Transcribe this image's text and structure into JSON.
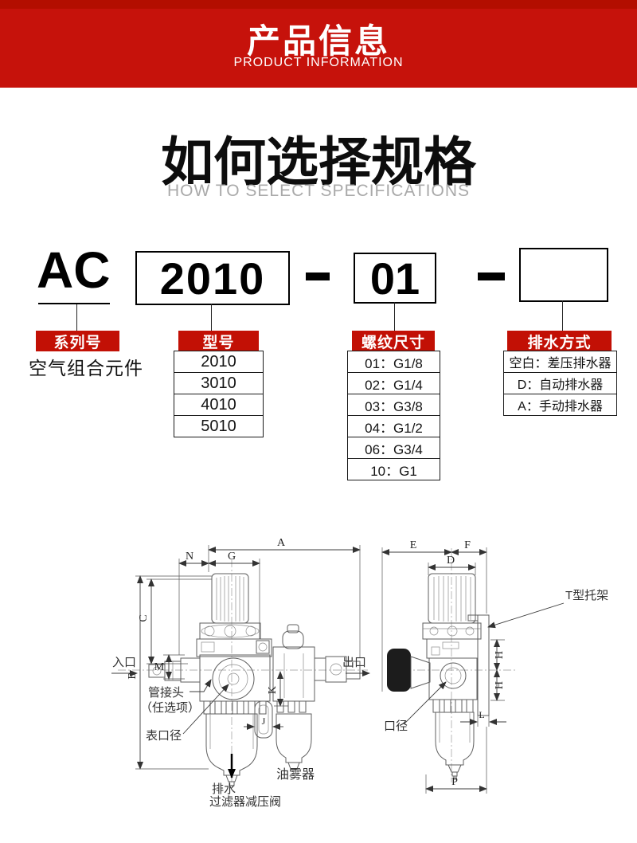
{
  "banner": {
    "title": "产品信息",
    "subtitle": "PRODUCT INFORMATION"
  },
  "heading": {
    "title": "如何选择规格",
    "subtitle": "HOW TO SELECT SPECIFICATIONS"
  },
  "model_code": {
    "series": "AC",
    "model": "2010",
    "thread": "01"
  },
  "columns": [
    {
      "label": "系列号",
      "description": "空气组合元件"
    },
    {
      "label": "型号",
      "rows": [
        "2010",
        "3010",
        "4010",
        "5010"
      ]
    },
    {
      "label": "螺纹尺寸",
      "rows": [
        "01：G1/8",
        "02：G1/4",
        "03：G3/8",
        "04：G1/2",
        "06：G3/4",
        "10：G1"
      ]
    },
    {
      "label": "排水方式",
      "rows": [
        "空白：差压排水器",
        "D：自动排水器",
        "A：手动排水器"
      ]
    }
  ],
  "diagram": {
    "front_view": {
      "dims": {
        "A": "A",
        "N": "N",
        "G": "G",
        "C": "C",
        "B": "B",
        "M": "M",
        "K": "K",
        "J": "J"
      },
      "labels": {
        "inlet": "入口",
        "outlet": "出口",
        "pipe_joint": "管接头",
        "pipe_joint_note": "（任选项）",
        "gauge_bore": "表口径",
        "lubricator": "油雾器",
        "drain": "排水",
        "filter_regulator": "过滤器减压阀"
      }
    },
    "side_view": {
      "dims": {
        "E": "E",
        "F": "F",
        "D": "D",
        "H_upper": "H",
        "H_lower": "H",
        "L": "L",
        "P": "P"
      },
      "labels": {
        "t_bracket": "T型托架",
        "bore": "口径"
      }
    }
  },
  "colors": {
    "banner_red": "#c6120b",
    "banner_red_dark": "#b30e00",
    "label_red": "#c21005",
    "subtitle_gray": "#a9a9a9"
  }
}
